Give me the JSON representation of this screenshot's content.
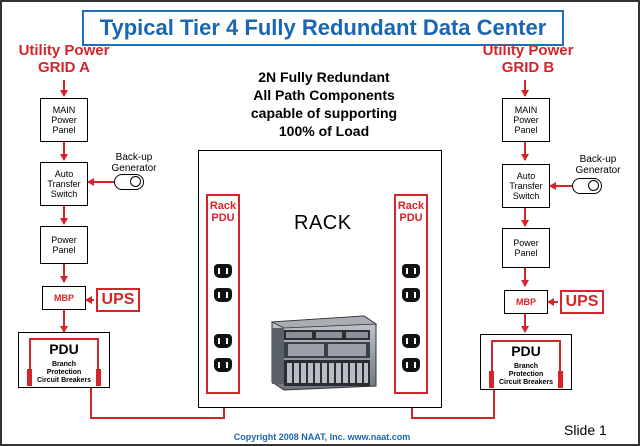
{
  "title": "Typical Tier 4 Fully Redundant Data Center",
  "center_text": "2N Fully Redundant\nAll Path Components\ncapable of supporting\n100% of Load",
  "rack_label": "RACK",
  "rack_pdu_label": "Rack\nPDU",
  "grid_a": {
    "title": "Utility Power\nGRID A",
    "main_panel": "MAIN\nPower\nPanel",
    "ats": "Auto\nTransfer\nSwitch",
    "generator": "Back-up\nGenerator",
    "power_panel": "Power\nPanel",
    "mbp": "MBP",
    "ups": "UPS",
    "pdu": "PDU",
    "pdu_sub": "Branch\nProtection\nCircuit Breakers"
  },
  "grid_b": {
    "title": "Utility Power\nGRID B",
    "main_panel": "MAIN\nPower\nPanel",
    "ats": "Auto\nTransfer\nSwitch",
    "generator": "Back-up\nGenerator",
    "power_panel": "Power\nPanel",
    "mbp": "MBP",
    "ups": "UPS",
    "pdu": "PDU",
    "pdu_sub": "Branch\nProtection\nCircuit Breakers"
  },
  "slide_number": "Slide 1",
  "copyright": "Copyright 2008 NAAT, Inc. www.naat.com",
  "colors": {
    "accent_red": "#d3252a",
    "title_blue": "#1a66b3"
  },
  "icons": [
    "generator-icon",
    "power-outlet-icon",
    "server-chassis-icon",
    "circuit-breaker-icon"
  ]
}
